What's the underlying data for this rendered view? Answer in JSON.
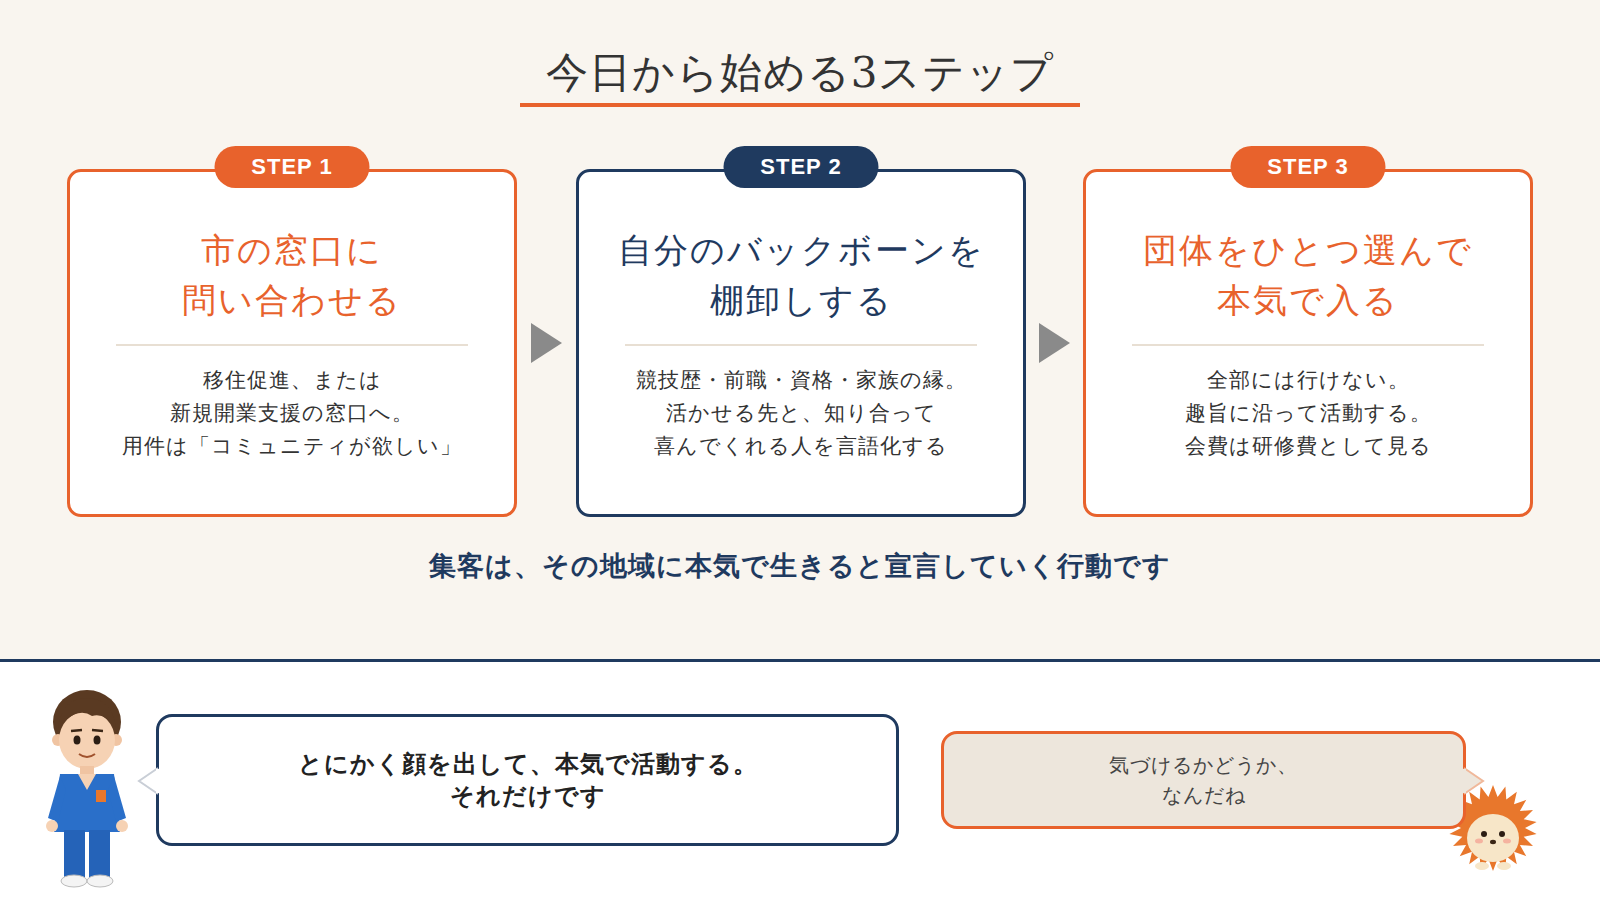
{
  "diagram": {
    "title": "今日から始める3ステップ",
    "nodes": [
      {
        "text": [
          "STEP 1",
          "市の窓口に 問い合わせる",
          "移住促進、または 新規開業支援の窓口へ。 用件は「コミュニティが欲しい」"
        ]
      },
      {
        "text": [
          "STEP 2",
          "自分のバックボーンを 棚卸しする",
          "競技歴・前職・資格・家族の縁。 活かせる先と、知り合って 喜んでくれる人を言語化する"
        ]
      },
      {
        "text": [
          "STEP 3",
          "団体をひとつ選んで 本気で入る",
          "全部には行けない。 趣旨に沿って活動する。 会費は研修費として見る"
        ]
      },
      {
        "text": [
          "とにかく顔を出して、本気で活動する。 それだけです"
        ]
      },
      {
        "text": [
          "気づけるかどうか、 なんだね"
        ]
      }
    ],
    "edges": [
      {
        "from": 0,
        "to": 1,
        "arrow": "to"
      },
      {
        "from": 1,
        "to": 2,
        "arrow": "to"
      }
    ],
    "labels": [
      "集客は、その地域に本気で生きると宣言していく行動です"
    ]
  }
}
